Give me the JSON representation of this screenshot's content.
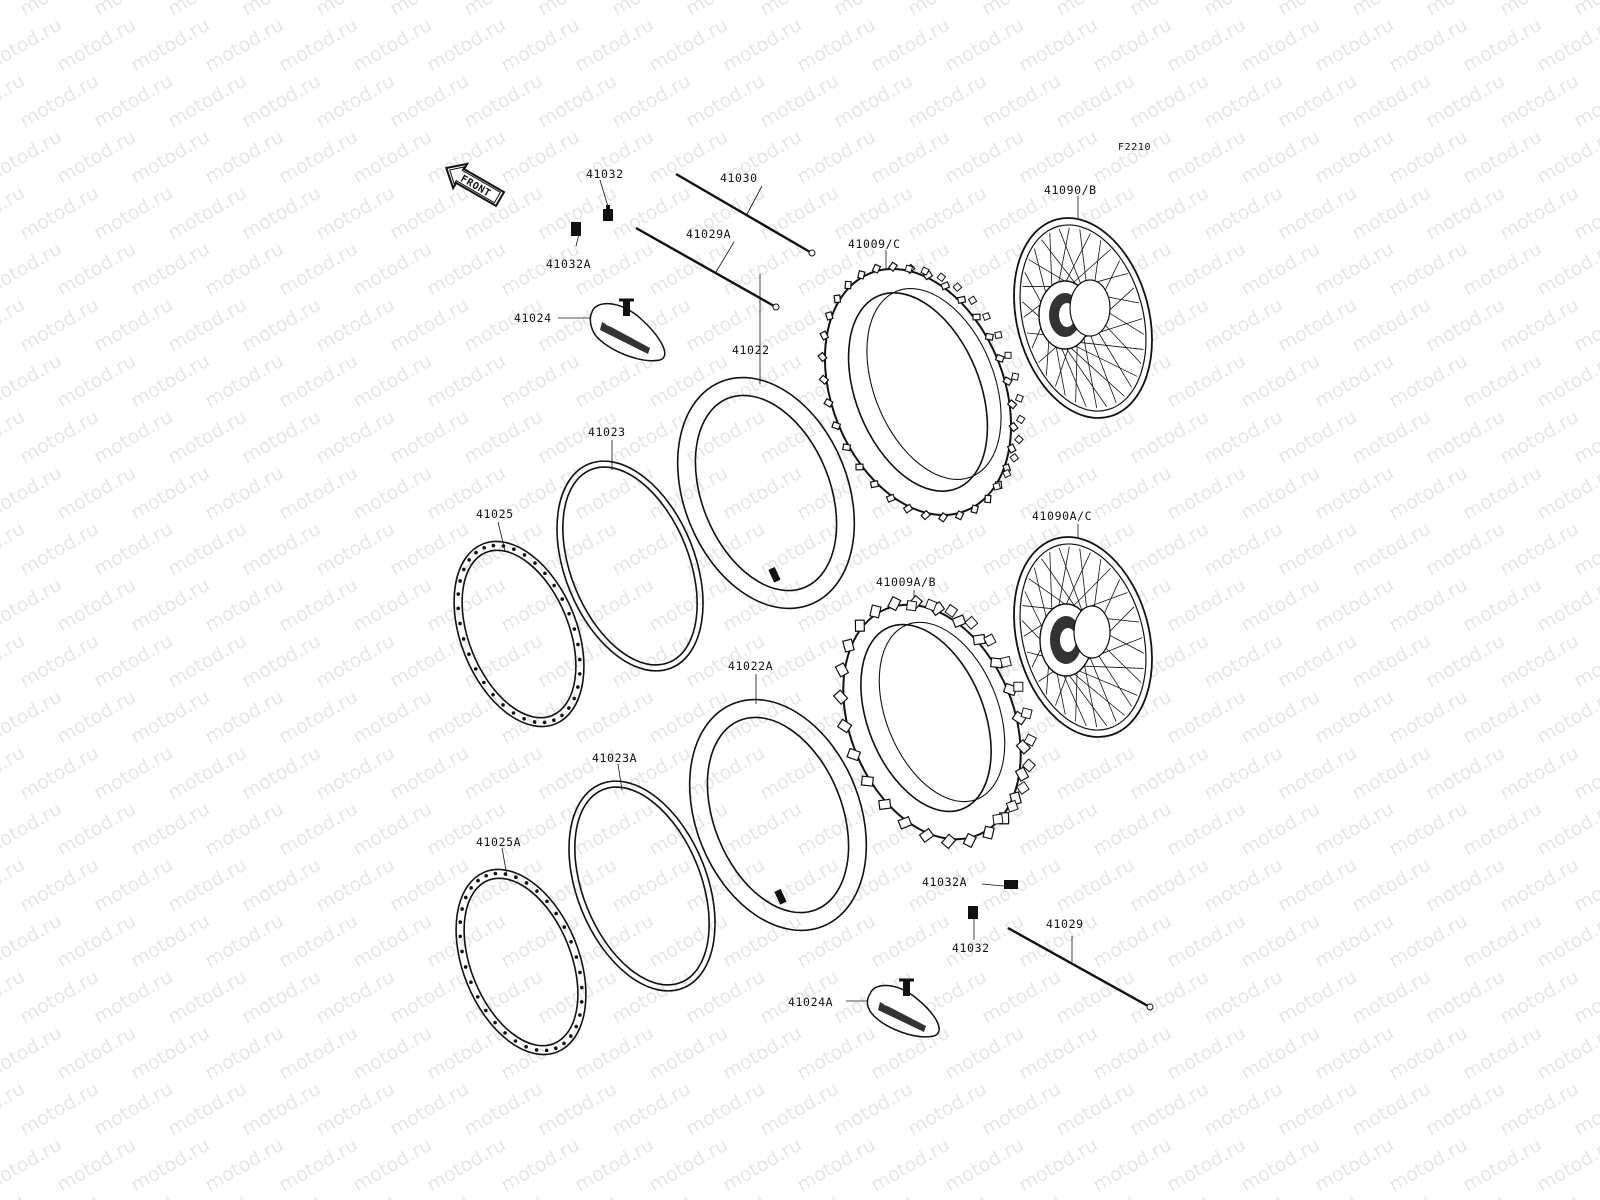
{
  "watermark": "motod.ru",
  "diagram_code": "F2210",
  "front_arrow": {
    "text": "FRONT",
    "icon": "front-arrow-icon"
  },
  "parts": {
    "p41032": "41032",
    "p41030": "41030",
    "p41029A": "41029A",
    "p41032A": "41032A",
    "p41024": "41024",
    "p41009C": "41009/C",
    "p41090B": "41090/B",
    "p41022": "41022",
    "p41023": "41023",
    "p41025": "41025",
    "p41090AC": "41090A/C",
    "p41009AB": "41009A/B",
    "p41022A": "41022A",
    "p41023A": "41023A",
    "p41025A": "41025A",
    "p41032A_b": "41032A",
    "p41032_b": "41032",
    "p41029": "41029",
    "p41024A": "41024A"
  }
}
